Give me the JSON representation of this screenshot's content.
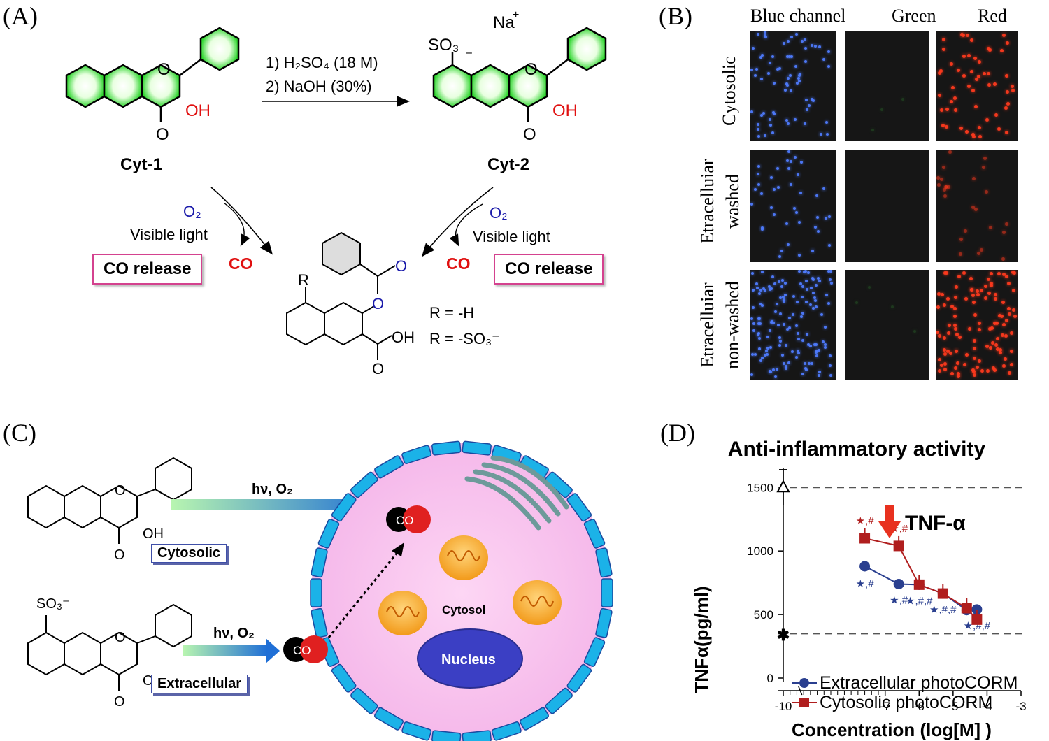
{
  "panels": {
    "a": "(A)",
    "b": "(B)",
    "c": "(C)",
    "d": "(D)"
  },
  "scheme_a": {
    "compound1": "Cyt-1",
    "compound2": "Cyt-2",
    "step1": "1) H₂SO₄ (18 M)",
    "step2": "2) NaOH (30%)",
    "na": "Na",
    "plus": "+",
    "so3": "SO₃",
    "minus": "–",
    "oh": "OH",
    "o_ring": "O",
    "o_keto": "O",
    "o2": "O₂",
    "visible_light": "Visible light",
    "co": "CO",
    "co_release": "CO release",
    "r": "R",
    "r_h": "R = -H",
    "r_so3": "R = -SO₃⁻",
    "cooh": "OH",
    "ester_o": "O"
  },
  "microscopy": {
    "columns": [
      "Blue channel",
      "Green",
      "Red"
    ],
    "rows": [
      [
        "Cytosolic"
      ],
      [
        "Etracelluiar",
        "washed"
      ],
      [
        "Etracelluiar",
        "non-washed"
      ]
    ],
    "colors": {
      "blue": "#4f7cff",
      "red": "#ff3a1e",
      "green": "#1f3a1f"
    }
  },
  "scheme_c": {
    "hv_o2_top": "hν, O₂",
    "hv_o2_bottom": "hν, O₂",
    "cytosolic": "Cytosolic",
    "extracellular": "Extracellular",
    "co_top": "CO",
    "co_bottom": "CO",
    "cytosol": "Cytosol",
    "nucleus": "Nucleus",
    "oh1": "OH",
    "oh2": "OH",
    "so3": "SO₃⁻",
    "o": "O"
  },
  "chart_data": {
    "type": "line",
    "title": "Anti-inflammatory activity",
    "xlabel": "Concentration (log[M] )",
    "ylabel": "TNFα(pg/ml)",
    "xlim": [
      -10,
      -3
    ],
    "ylim": [
      0,
      1650
    ],
    "xticks": [
      -10,
      -7,
      -6,
      -5,
      -4,
      -3
    ],
    "yticks": [
      0,
      500,
      1000,
      1500
    ],
    "reference_lines": [
      1500,
      350
    ],
    "control_points": [
      {
        "name": "control",
        "x": -10,
        "y": 1500,
        "err": 140,
        "marker": "triangle"
      },
      {
        "name": "basal",
        "x": -10,
        "y": 340,
        "err": 30,
        "marker": "star"
      }
    ],
    "series": [
      {
        "name": "Extracellular photoCORM",
        "color": "#2a3f8f",
        "marker": "circle",
        "x": [
          -7.6,
          -6.6,
          -6.0,
          -5.3,
          -4.6,
          -4.3
        ],
        "y": [
          880,
          740,
          735,
          665,
          535,
          540
        ],
        "annotations": [
          "★,#",
          "★,#",
          "★,#,#",
          "★,#,#",
          "",
          "★,#,#"
        ]
      },
      {
        "name": "Cytosolic photoCORM",
        "color": "#b01e1e",
        "marker": "square",
        "x": [
          -7.6,
          -6.6,
          -6.0,
          -5.3,
          -4.6,
          -4.3
        ],
        "y": [
          1100,
          1040,
          735,
          665,
          550,
          460
        ],
        "annotations": [
          "★,#",
          "★,#",
          "",
          "",
          "",
          ""
        ]
      }
    ],
    "callout": "TNF-α"
  }
}
